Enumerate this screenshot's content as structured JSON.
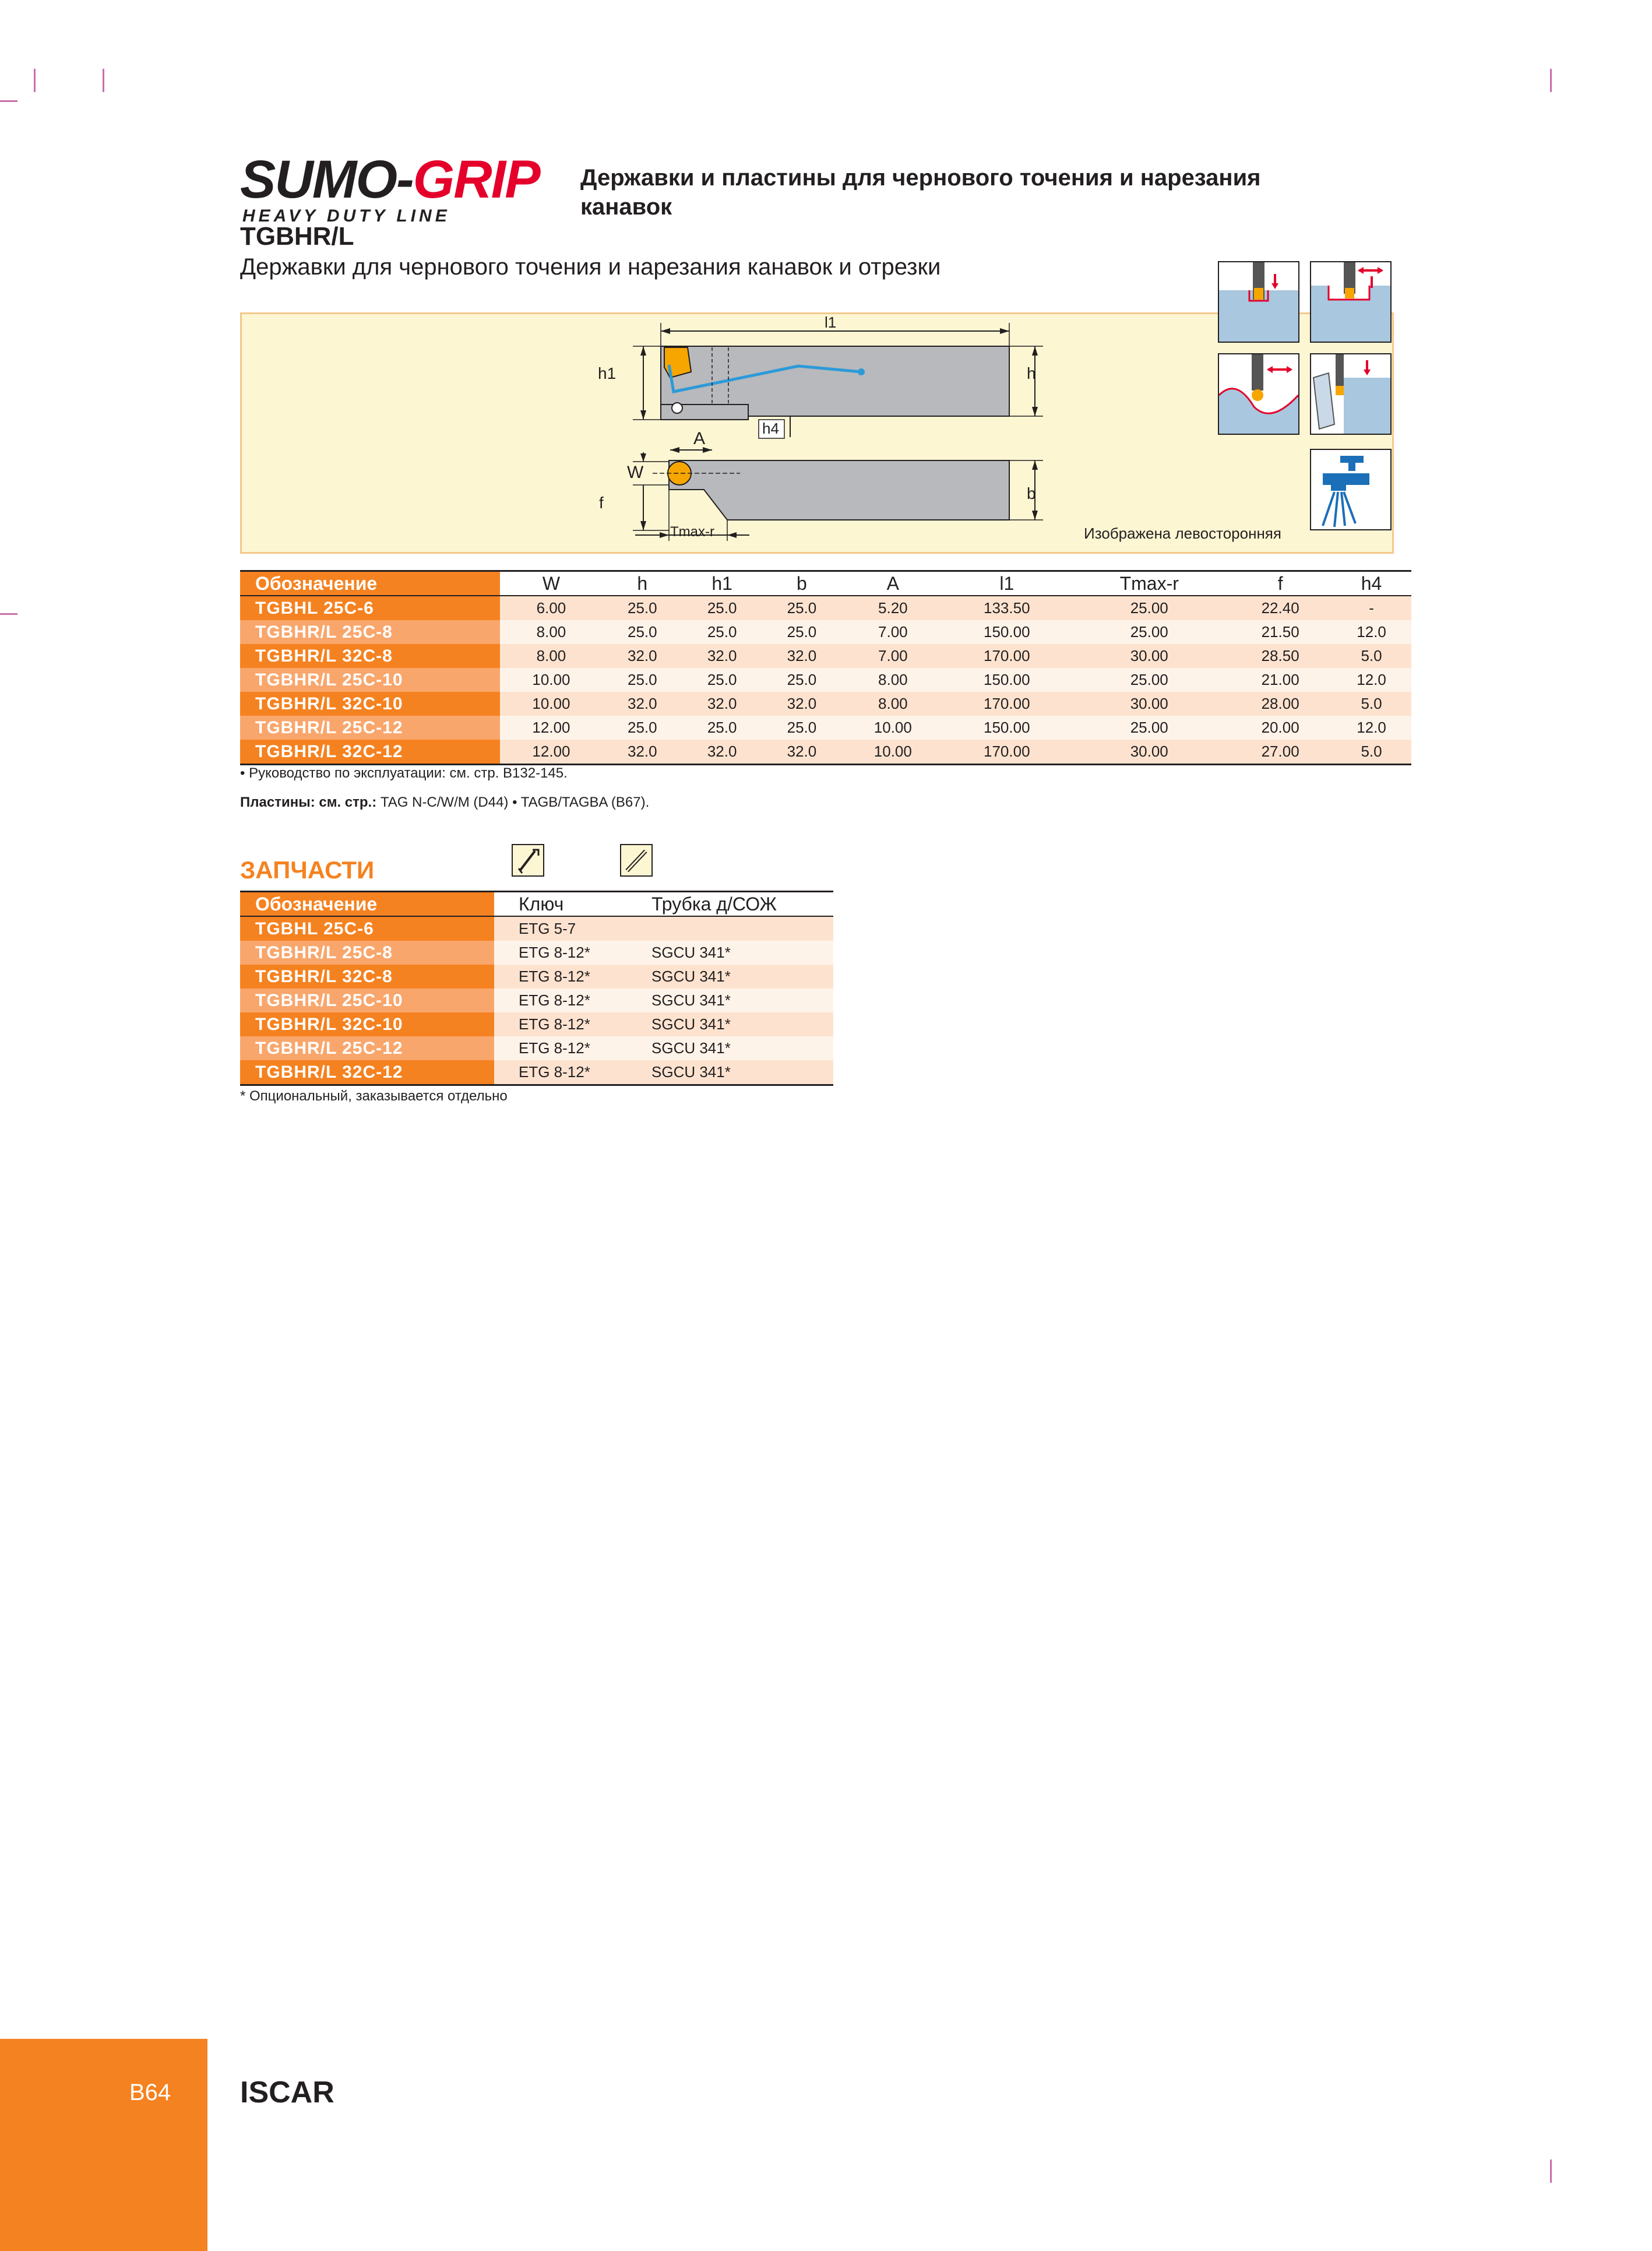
{
  "brand": {
    "logo_word_1": "SUMO-",
    "logo_word_2": "GRIP",
    "logo_subline": "HEAVY DUTY LINE",
    "footer_brand": "ISCAR"
  },
  "header": {
    "section_title": "Державки и пластины для чернового точения и нарезания канавок",
    "product_code": "TGBHR/L",
    "product_description": "Державки для чернового точения и нарезания канавок и отрезки"
  },
  "drawing": {
    "labels": {
      "l1": "l1",
      "h1": "h1",
      "h": "h",
      "h4": "h4",
      "A": "A",
      "W": "W",
      "f": "f",
      "b": "b",
      "tmax": "Tmax-r"
    },
    "shown_note": "Изображена левосторонняя",
    "icons": [
      "grooving-icon",
      "turning-icon",
      "profiling-icon",
      "parting-icon",
      "coolant-icon"
    ]
  },
  "spec_table": {
    "columns": [
      "Обозначение",
      "W",
      "h",
      "h1",
      "b",
      "A",
      "l1",
      "Tmax-r",
      "f",
      "h4"
    ],
    "rows": [
      [
        "TGBHL 25C-6",
        "6.00",
        "25.0",
        "25.0",
        "25.0",
        "5.20",
        "133.50",
        "25.00",
        "22.40",
        "-"
      ],
      [
        "TGBHR/L 25C-8",
        "8.00",
        "25.0",
        "25.0",
        "25.0",
        "7.00",
        "150.00",
        "25.00",
        "21.50",
        "12.0"
      ],
      [
        "TGBHR/L 32C-8",
        "8.00",
        "32.0",
        "32.0",
        "32.0",
        "7.00",
        "170.00",
        "30.00",
        "28.50",
        "5.0"
      ],
      [
        "TGBHR/L 25C-10",
        "10.00",
        "25.0",
        "25.0",
        "25.0",
        "8.00",
        "150.00",
        "25.00",
        "21.00",
        "12.0"
      ],
      [
        "TGBHR/L 32C-10",
        "10.00",
        "32.0",
        "32.0",
        "32.0",
        "8.00",
        "170.00",
        "30.00",
        "28.00",
        "5.0"
      ],
      [
        "TGBHR/L 25C-12",
        "12.00",
        "25.0",
        "25.0",
        "25.0",
        "10.00",
        "150.00",
        "25.00",
        "20.00",
        "12.0"
      ],
      [
        "TGBHR/L 32C-12",
        "12.00",
        "32.0",
        "32.0",
        "32.0",
        "10.00",
        "170.00",
        "30.00",
        "27.00",
        "5.0"
      ]
    ],
    "note_manual": "• Руководство по эксплуатации: см. стр. B132-145.",
    "note_inserts_label": "Пластины: см. стр.:",
    "note_inserts_text": " TAG N-C/W/M (D44) • TAGB/TAGBA (B67)."
  },
  "parts": {
    "title": "ЗАПЧАСТИ",
    "icons": [
      "key-icon",
      "coolant-tube-icon"
    ],
    "columns": [
      "Обозначение",
      "Ключ",
      "Трубка д/СОЖ"
    ],
    "rows": [
      [
        "TGBHL 25C-6",
        "ETG 5-7",
        ""
      ],
      [
        "TGBHR/L 25C-8",
        "ETG 8-12*",
        "SGCU 341*"
      ],
      [
        "TGBHR/L 32C-8",
        "ETG 8-12*",
        "SGCU 341*"
      ],
      [
        "TGBHR/L 25C-10",
        "ETG 8-12*",
        "SGCU 341*"
      ],
      [
        "TGBHR/L 32C-10",
        "ETG 8-12*",
        "SGCU 341*"
      ],
      [
        "TGBHR/L 25C-12",
        "ETG 8-12*",
        "SGCU 341*"
      ],
      [
        "TGBHR/L 32C-12",
        "ETG 8-12*",
        "SGCU 341*"
      ]
    ],
    "footnote": "*  Опциональный, заказывается отдельно"
  },
  "footer": {
    "page_number": "B64"
  },
  "colors": {
    "accent_orange": "#f58220",
    "light_orange": "#f9a66c",
    "row_tint": "#fde3cf",
    "panel_bg": "#fdf6d3",
    "logo_red": "#e4002b"
  }
}
